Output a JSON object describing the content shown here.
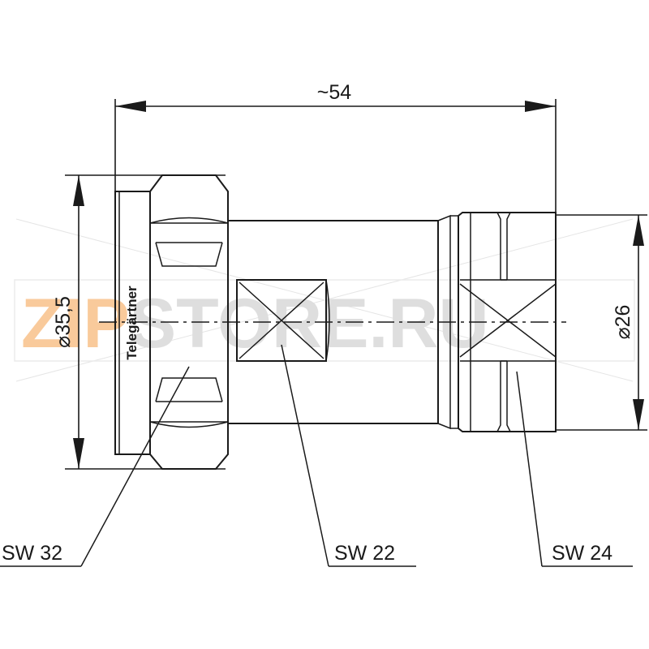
{
  "drawing": {
    "overall_length": "~54",
    "diameter_left": "⌀35,5",
    "diameter_right": "⌀26",
    "brand": "Telegärtner",
    "wrench_sizes": [
      "SW 32",
      "SW 22",
      "SW 24"
    ]
  },
  "watermark": {
    "part1": "ZIP",
    "part2": "STORE.RU",
    "color1": "#f5a04a",
    "color2": "#c8c8c8"
  }
}
